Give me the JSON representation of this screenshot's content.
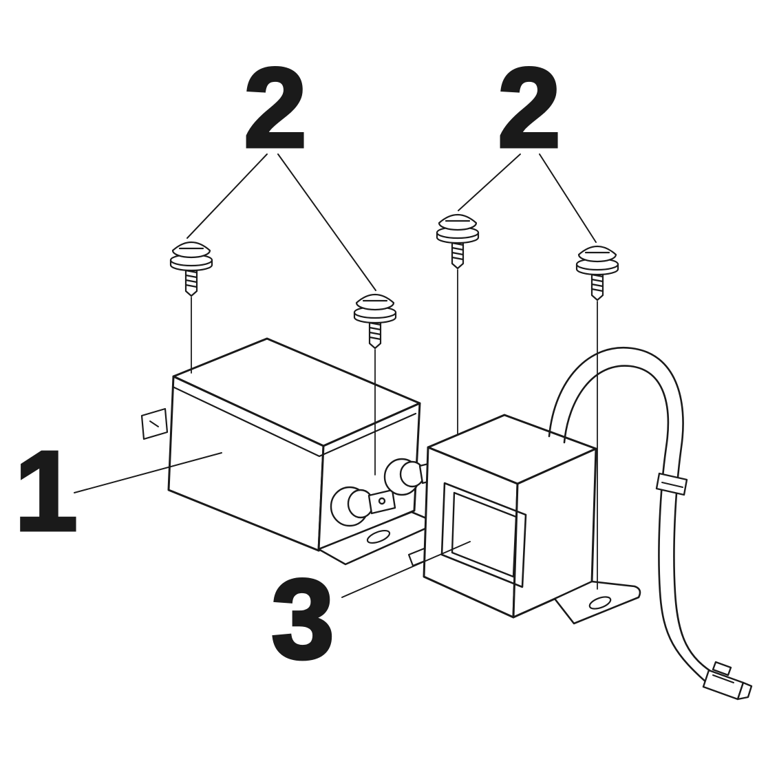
{
  "figure": {
    "colors": {
      "background": "#ffffff",
      "line": "#1a1a1a"
    },
    "labels": {
      "part1": "1",
      "part2_left": "2",
      "part2_right": "2",
      "part3": "3"
    }
  }
}
